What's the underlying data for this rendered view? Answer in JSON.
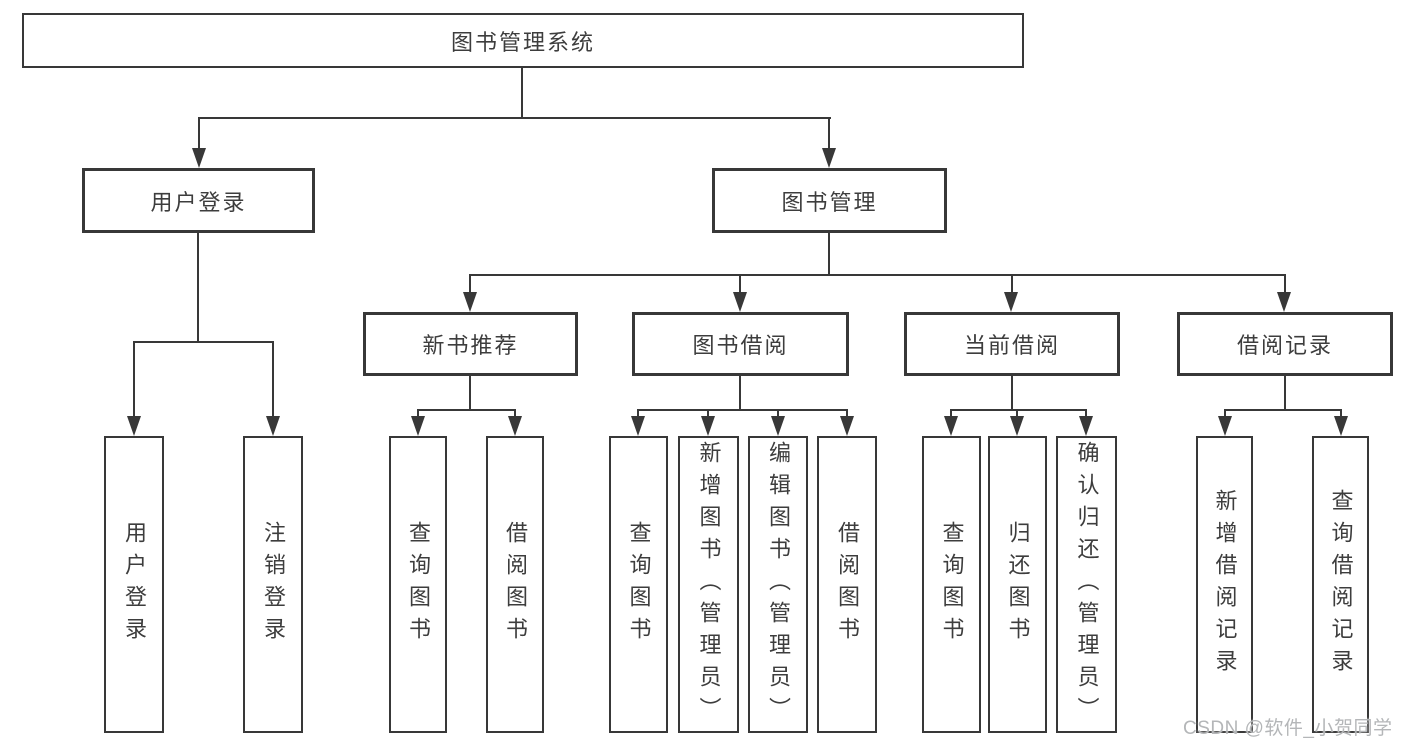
{
  "nodes": {
    "root": {
      "label": "图书管理系统"
    },
    "user_login": {
      "label": "用户登录"
    },
    "book_management": {
      "label": "图书管理"
    },
    "new_book_recommend": {
      "label": "新书推荐"
    },
    "book_borrowing": {
      "label": "图书借阅"
    },
    "current_borrowing": {
      "label": "当前借阅"
    },
    "borrowing_records": {
      "label": "借阅记录"
    },
    "leaf_user_login": {
      "label": "用户登录"
    },
    "leaf_logout": {
      "label": "注销登录"
    },
    "leaf_nb_query": {
      "label": "查询图书"
    },
    "leaf_nb_borrow": {
      "label": "借阅图书"
    },
    "leaf_bb_query": {
      "label": "查询图书"
    },
    "leaf_bb_add": {
      "label": "新增图书（管理员）"
    },
    "leaf_bb_edit": {
      "label": "编辑图书（管理员）"
    },
    "leaf_bb_borrow": {
      "label": "借阅图书"
    },
    "leaf_cb_query": {
      "label": "查询图书"
    },
    "leaf_cb_return": {
      "label": "归还图书"
    },
    "leaf_cb_confirm": {
      "label": "确认归还（管理员）"
    },
    "leaf_br_add": {
      "label": "新增借阅记录"
    },
    "leaf_br_query": {
      "label": "查询借阅记录"
    }
  },
  "hierarchy": {
    "图书管理系统": {
      "用户登录": [
        "用户登录",
        "注销登录"
      ],
      "图书管理": {
        "新书推荐": [
          "查询图书",
          "借阅图书"
        ],
        "图书借阅": [
          "查询图书",
          "新增图书（管理员）",
          "编辑图书（管理员）",
          "借阅图书"
        ],
        "当前借阅": [
          "查询图书",
          "归还图书",
          "确认归还（管理员）"
        ],
        "借阅记录": [
          "新增借阅记录",
          "查询借阅记录"
        ]
      }
    }
  },
  "watermark": {
    "text": "CSDN @软件_小贺同学"
  },
  "colors": {
    "line": "#383838",
    "text": "#3d3d3d",
    "watermark": "#b4b6b8",
    "background": "#ffffff"
  }
}
